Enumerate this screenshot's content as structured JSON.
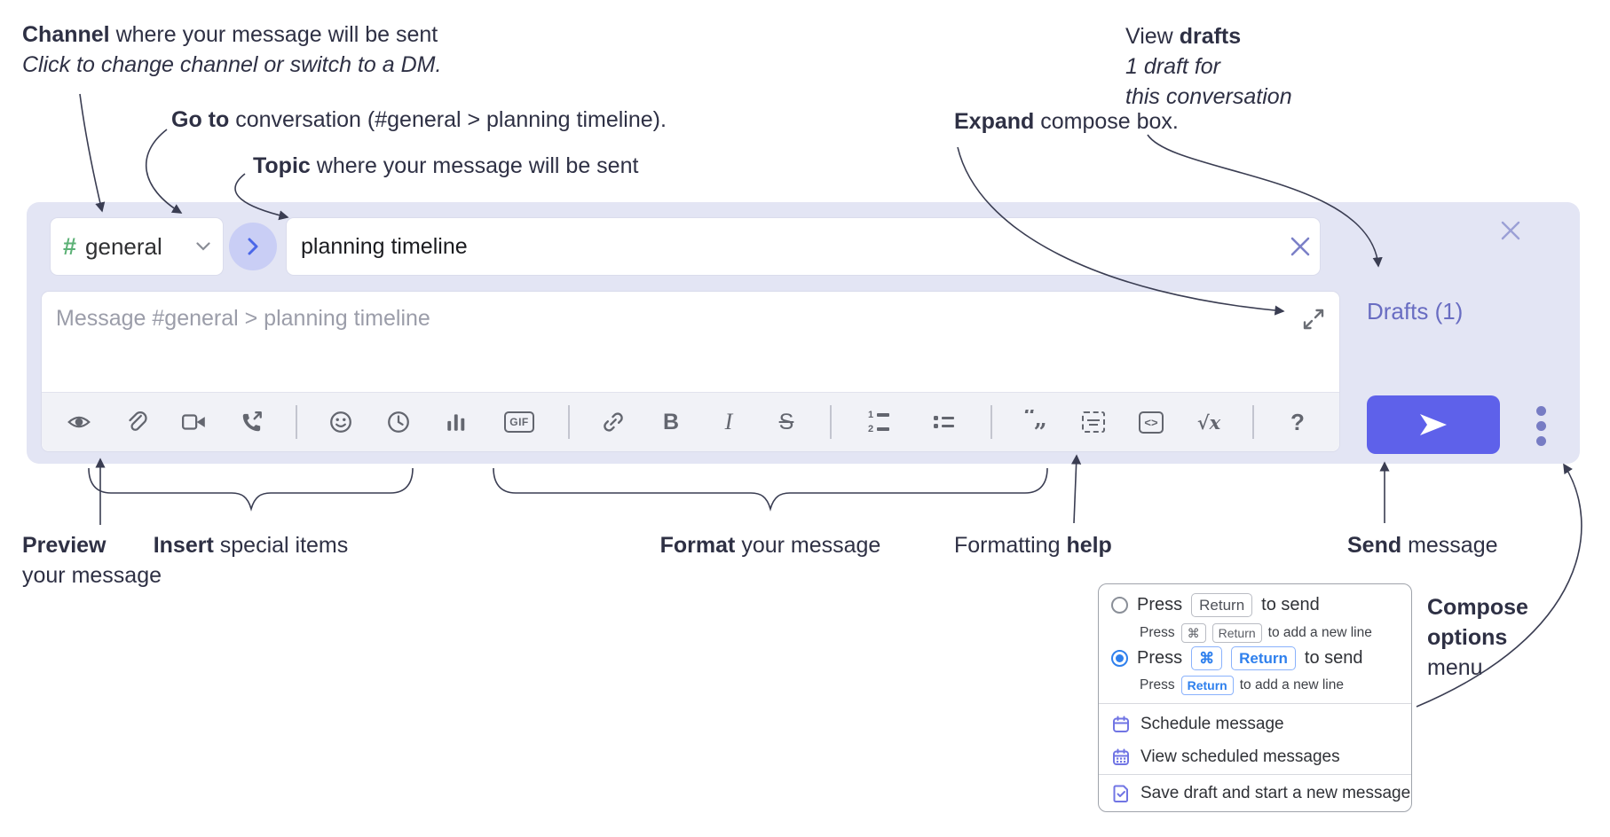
{
  "annotations": {
    "channel": {
      "bold": "Channel",
      "rest": " where your message will be sent",
      "line2": "Click to change channel or switch to a DM."
    },
    "goto": {
      "bold": "Go to",
      "rest": " conversation (#general > planning timeline)."
    },
    "topic": {
      "bold": "Topic",
      "rest": " where your message will be sent"
    },
    "expand": {
      "bold": "Expand",
      "rest": " compose box."
    },
    "drafts": {
      "pre": "View ",
      "bold": "drafts",
      "line2": "1 draft for",
      "line3": "this conversation"
    },
    "preview": {
      "bold": "Preview",
      "line2": "your message"
    },
    "insert": {
      "bold": "Insert",
      "rest": " special items"
    },
    "format": {
      "bold": "Format",
      "rest": " your message"
    },
    "help": {
      "pre": "Formatting ",
      "bold": "help"
    },
    "send": {
      "bold": "Send",
      "rest": " message"
    },
    "compose_options": {
      "line1": "Compose",
      "line2": "options",
      "line3": "menu"
    }
  },
  "compose": {
    "channel_hash": "#",
    "channel_name": "general",
    "topic_value": "planning timeline",
    "message_placeholder": "Message #general > planning timeline",
    "drafts_link": "Drafts (1)"
  },
  "toolbar": {
    "glyphs": {
      "bold": "B",
      "italic": "I",
      "strike": "S",
      "gif": "GIF",
      "code": "<>",
      "math": "√x",
      "help": "?",
      "ol1": "1",
      "ol2": "2"
    }
  },
  "popup": {
    "opt1": {
      "press": "Press",
      "key_return": "Return",
      "tail": "to send",
      "sub_press": "Press",
      "sub_key_cmd": "⌘",
      "sub_key_return": "Return",
      "sub_tail": "to add a new line"
    },
    "opt2": {
      "press": "Press",
      "key_cmd": "⌘",
      "key_return": "Return",
      "tail": "to send",
      "sub_press": "Press",
      "sub_key_return": "Return",
      "sub_tail": "to add a new line"
    },
    "items": [
      {
        "label": "Schedule message"
      },
      {
        "label": "View scheduled messages"
      },
      {
        "label": "Save draft and start a new message"
      }
    ]
  },
  "colors": {
    "accent": "#5e61ea",
    "panel_bg": "#e3e5f4",
    "drafts_link": "#696dc2",
    "blue_key": "#2f80ed",
    "menu_icon": "#7175e4",
    "hash_green": "#5cb176"
  }
}
